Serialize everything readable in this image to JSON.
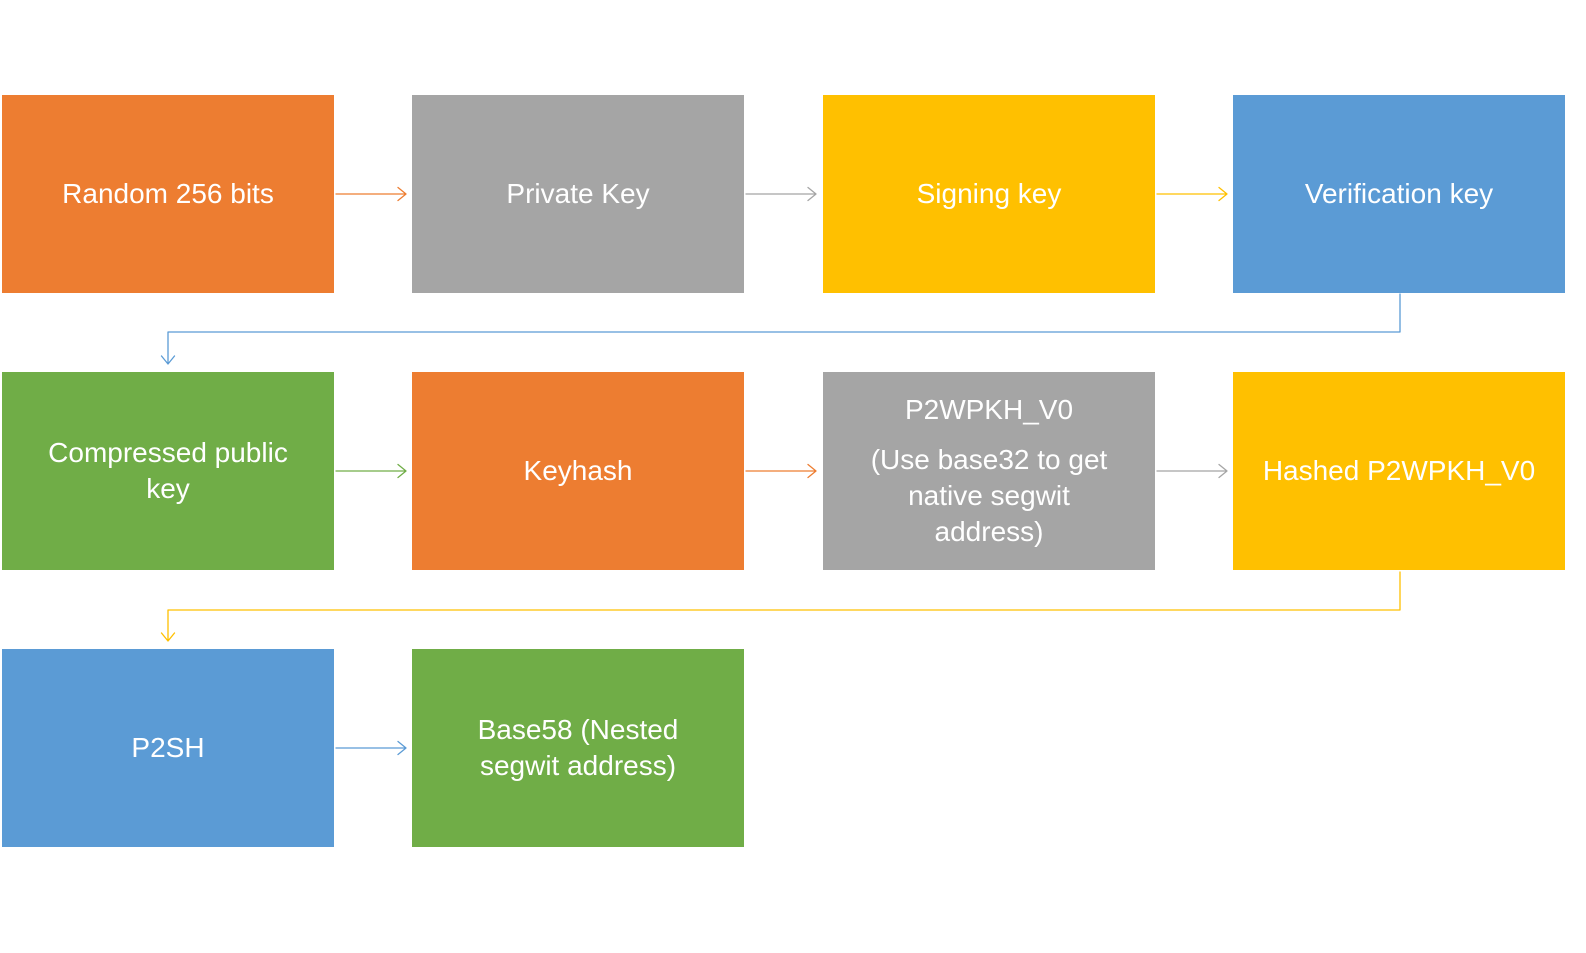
{
  "colors": {
    "orange": "#ED7D31",
    "gray": "#A5A5A5",
    "gold": "#FFC000",
    "blue": "#5B9BD5",
    "green": "#70AD47",
    "text": "#FFFFFF"
  },
  "nodes": {
    "random_bits": {
      "label": "Random 256 bits",
      "color": "orange"
    },
    "private_key": {
      "label": "Private Key",
      "color": "gray"
    },
    "signing_key": {
      "label": "Signing key",
      "color": "gold"
    },
    "verification_key": {
      "label": "Verification key",
      "color": "blue"
    },
    "compressed_public_key": {
      "label": "Compressed public key",
      "color": "green"
    },
    "keyhash": {
      "label": "Keyhash",
      "color": "orange"
    },
    "p2wpkh_v0": {
      "label": "P2WPKH_V0",
      "note": "(Use base32 to get native segwit address)",
      "color": "gray"
    },
    "hashed_p2wpkh_v0": {
      "label": "Hashed P2WPKH_V0",
      "color": "gold"
    },
    "p2sh": {
      "label": "P2SH",
      "color": "blue"
    },
    "base58": {
      "label": "Base58 (Nested segwit address)",
      "color": "green"
    }
  },
  "edges": [
    {
      "from": "random_bits",
      "to": "private_key",
      "color": "orange"
    },
    {
      "from": "private_key",
      "to": "signing_key",
      "color": "gray"
    },
    {
      "from": "signing_key",
      "to": "verification_key",
      "color": "gold"
    },
    {
      "from": "verification_key",
      "to": "compressed_public_key",
      "color": "blue"
    },
    {
      "from": "compressed_public_key",
      "to": "keyhash",
      "color": "green"
    },
    {
      "from": "keyhash",
      "to": "p2wpkh_v0",
      "color": "orange"
    },
    {
      "from": "p2wpkh_v0",
      "to": "hashed_p2wpkh_v0",
      "color": "gray"
    },
    {
      "from": "hashed_p2wpkh_v0",
      "to": "p2sh",
      "color": "gold"
    },
    {
      "from": "p2sh",
      "to": "base58",
      "color": "blue"
    }
  ]
}
